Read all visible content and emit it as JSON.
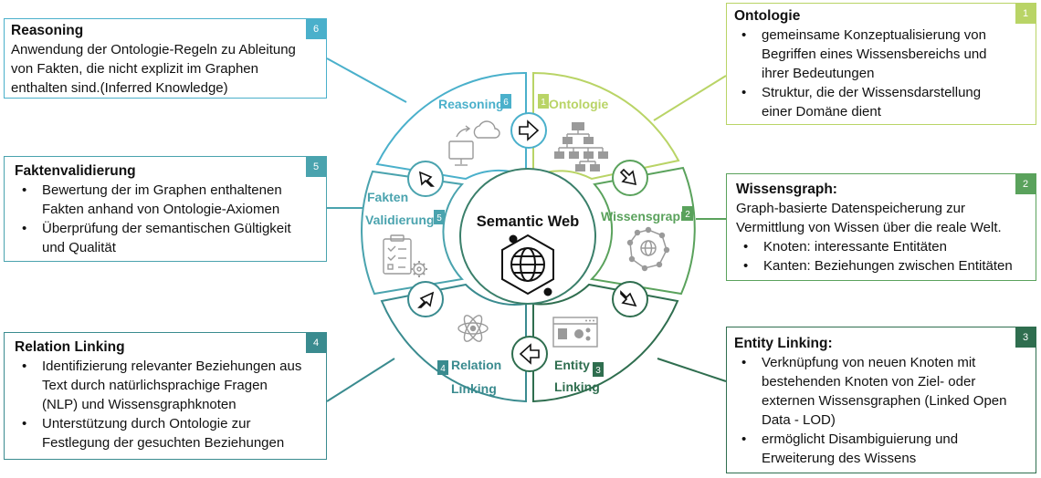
{
  "center": {
    "title": "Semantic Web"
  },
  "colors": {
    "c1": "#b9d466",
    "c2": "#5aa25c",
    "c3": "#2f6e4f",
    "c4": "#3a8b8f",
    "c5": "#4aa3ae",
    "c6": "#4ab0cb",
    "icon": "#9a9a9a"
  },
  "segments": {
    "s1": {
      "label": "Ontologie",
      "num": "1",
      "icon": "hierarchy-icon"
    },
    "s2": {
      "label": "Wissensgraph",
      "num": "2",
      "icon": "graph-network-icon"
    },
    "s3": {
      "label_line1": "Entity",
      "label_line2": "Linking",
      "num": "3",
      "icon": "browser-window-icon"
    },
    "s4": {
      "label_line1": "Relation",
      "label_line2": "Linking",
      "num": "4",
      "icon": "atom-icon"
    },
    "s5": {
      "label_line1": "Fakten",
      "label_line2": "Validierung",
      "num": "5",
      "icon": "checklist-gear-icon"
    },
    "s6": {
      "label": "Reasoning",
      "num": "6",
      "icon": "cloud-computer-icon"
    }
  },
  "boxes": {
    "reasoning": {
      "title": "Reasoning",
      "num": "6",
      "text": "Anwendung der Ontologie-Regeln zu Ableitung von Fakten, die nicht explizit im Graphen enthalten sind.(Inferred Knowledge)"
    },
    "ontologie": {
      "title": "Ontologie",
      "num": "1",
      "bullets": [
        "gemeinsame Konzeptualisierung von Begriffen eines Wissensbereichs und ihrer Bedeutungen",
        "Struktur, die der Wissensdarstellung einer Domäne dient"
      ]
    },
    "fakten": {
      "title": "Faktenvalidierung",
      "num": "5",
      "bullets": [
        "Bewertung der im Graphen enthaltenen Fakten anhand von Ontologie-Axiomen",
        "Überprüfung der semantischen Gültigkeit und Qualität"
      ]
    },
    "wissensgraph": {
      "title": "Wissensgraph:",
      "num": "2",
      "text": "Graph-basierte Datenspeicherung zur Vermittlung von Wissen über die reale Welt.",
      "bullets": [
        "Knoten: interessante Entitäten",
        "Kanten: Beziehungen zwischen Entitäten"
      ]
    },
    "relation": {
      "title": "Relation Linking",
      "num": "4",
      "bullets": [
        "Identifizierung relevanter Beziehungen aus Text durch natürlichsprachige Fragen (NLP) und Wissensgraphknoten",
        "Unterstützung durch Ontologie zur Festlegung der gesuchten Beziehungen"
      ]
    },
    "entity": {
      "title": "Entity Linking:",
      "num": "3",
      "bullets": [
        "Verknüpfung von neuen Knoten mit bestehenden Knoten von Ziel- oder externen Wissensgraphen (Linked Open Data - LOD)",
        "ermöglicht Disambiguierung und Erweiterung des Wissens"
      ]
    }
  }
}
